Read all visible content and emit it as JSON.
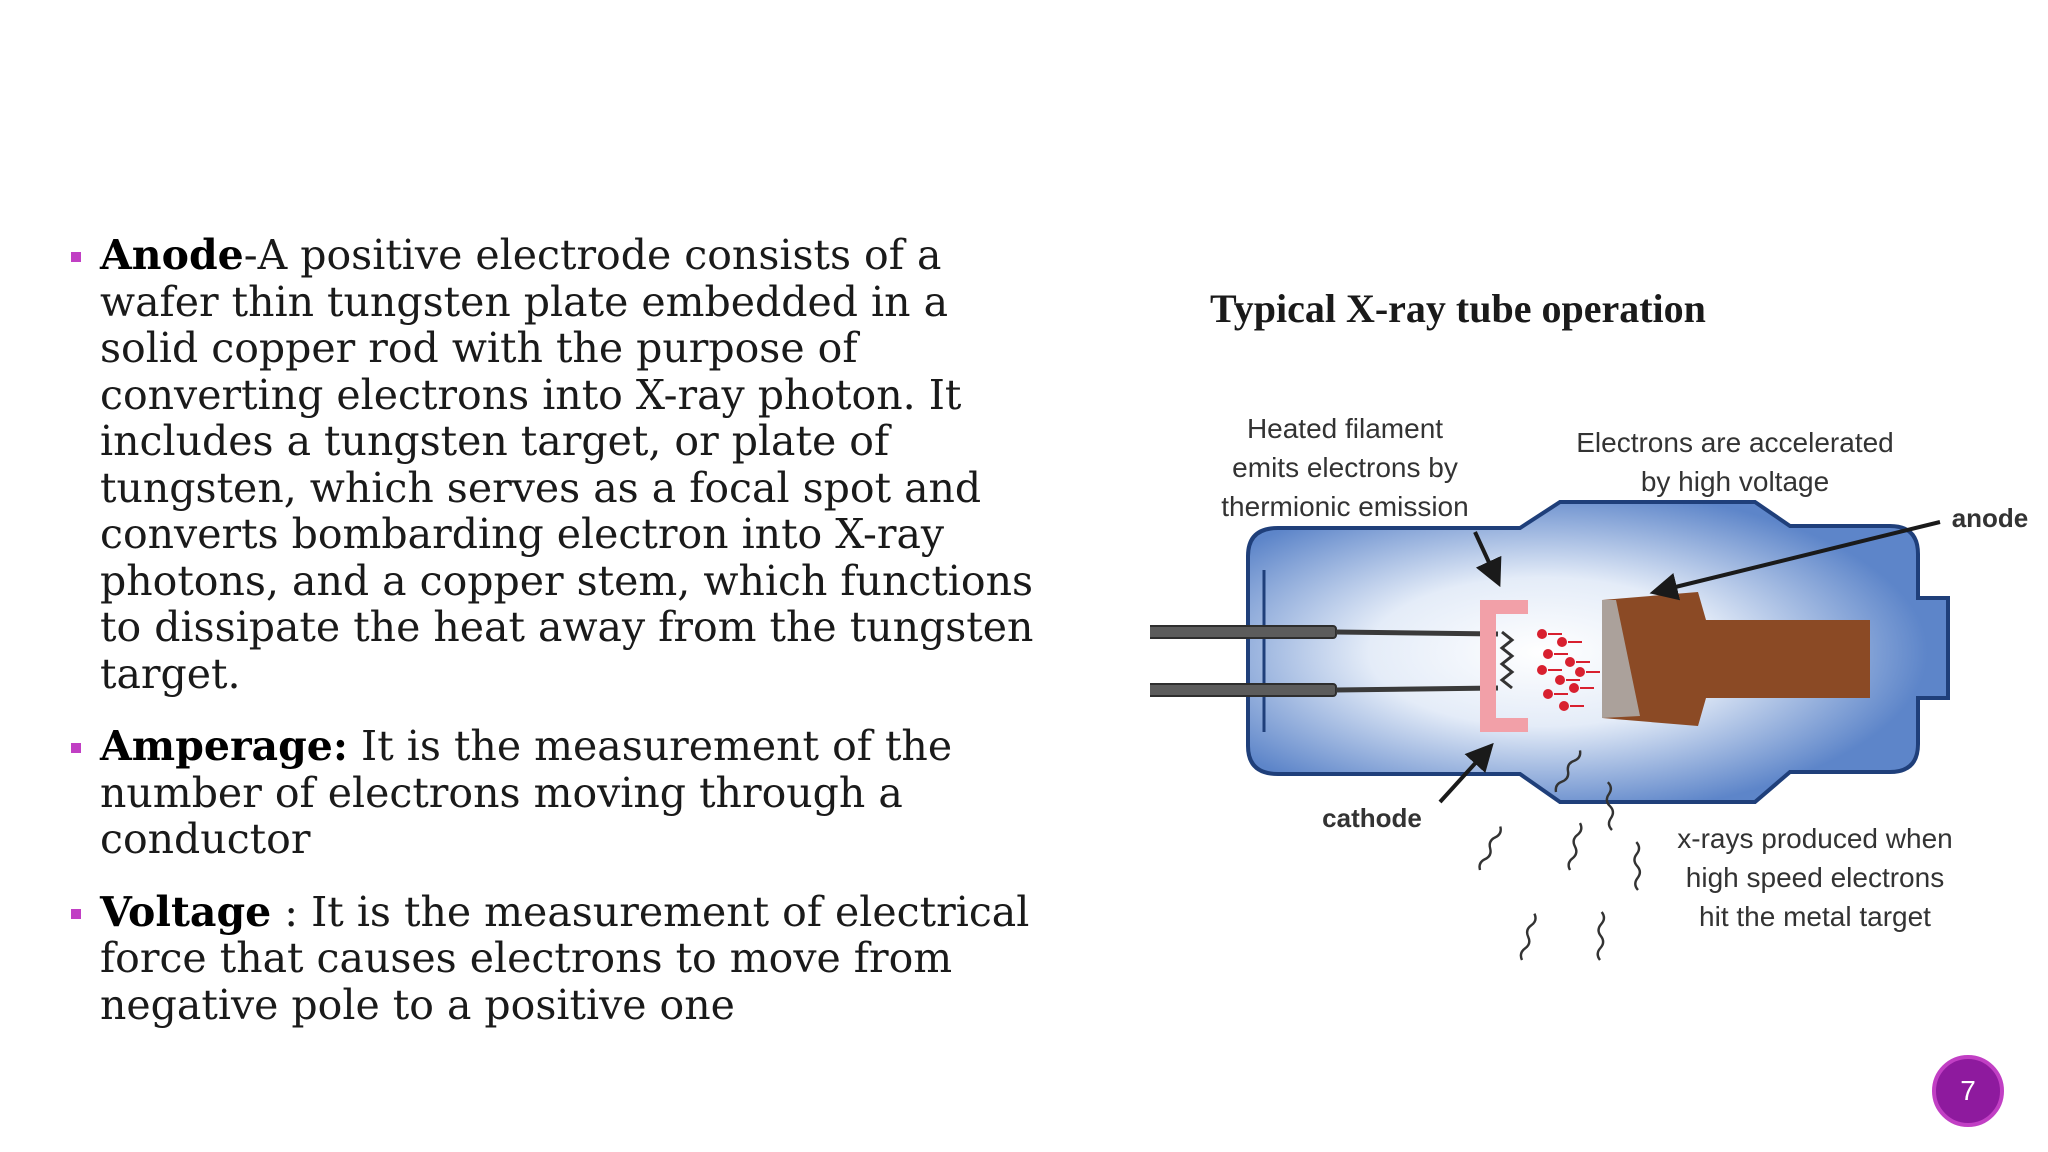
{
  "slide": {
    "page_number": "7",
    "accent_color": "#c13fc4",
    "badge_color": "#8e1a9e",
    "bullets": [
      {
        "term": "Anode",
        "text": "-A positive electrode consists of a wafer thin tungsten plate embedded in a solid copper rod with the purpose of converting electrons into X-ray photon. It includes a tungsten target, or plate of tungsten, which serves as a focal spot and converts bombarding electron into X-ray photons, and a copper stem, which functions to dissipate the heat away from the tungsten target."
      },
      {
        "term": "Amperage:",
        "text": " It is the measurement of the number of electrons moving through a conductor"
      },
      {
        "term": "Voltage",
        "text": " : It is the measurement of electrical force that causes electrons to move from negative pole to a positive one"
      }
    ]
  },
  "diagram": {
    "title": "Typical X-ray tube operation",
    "labels": {
      "filament": [
        "Heated filament",
        "emits electrons by",
        "thermionic emission"
      ],
      "accelerated": [
        "Electrons are accelerated",
        "by high voltage"
      ],
      "anode": "anode",
      "cathode": "cathode",
      "xrays": [
        "x-rays produced when",
        "high speed electrons",
        "hit the metal target"
      ]
    },
    "colors": {
      "tube": "#5d85c9",
      "tube_glow": "#e4ecf8",
      "copper": "#8b4a25",
      "cathode_cup": "#f2a0a8",
      "electrons": "#d8202f"
    }
  }
}
